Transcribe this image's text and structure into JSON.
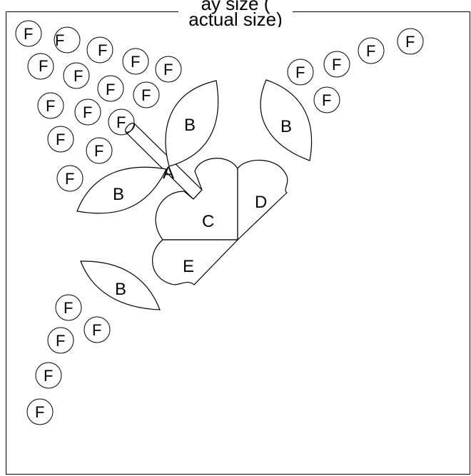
{
  "caption": {
    "line1": "ay size (",
    "line2": "actual size)"
  },
  "pieces": {
    "a": "A",
    "b": "B",
    "c": "C",
    "d": "D",
    "e": "E",
    "f": "F"
  }
}
